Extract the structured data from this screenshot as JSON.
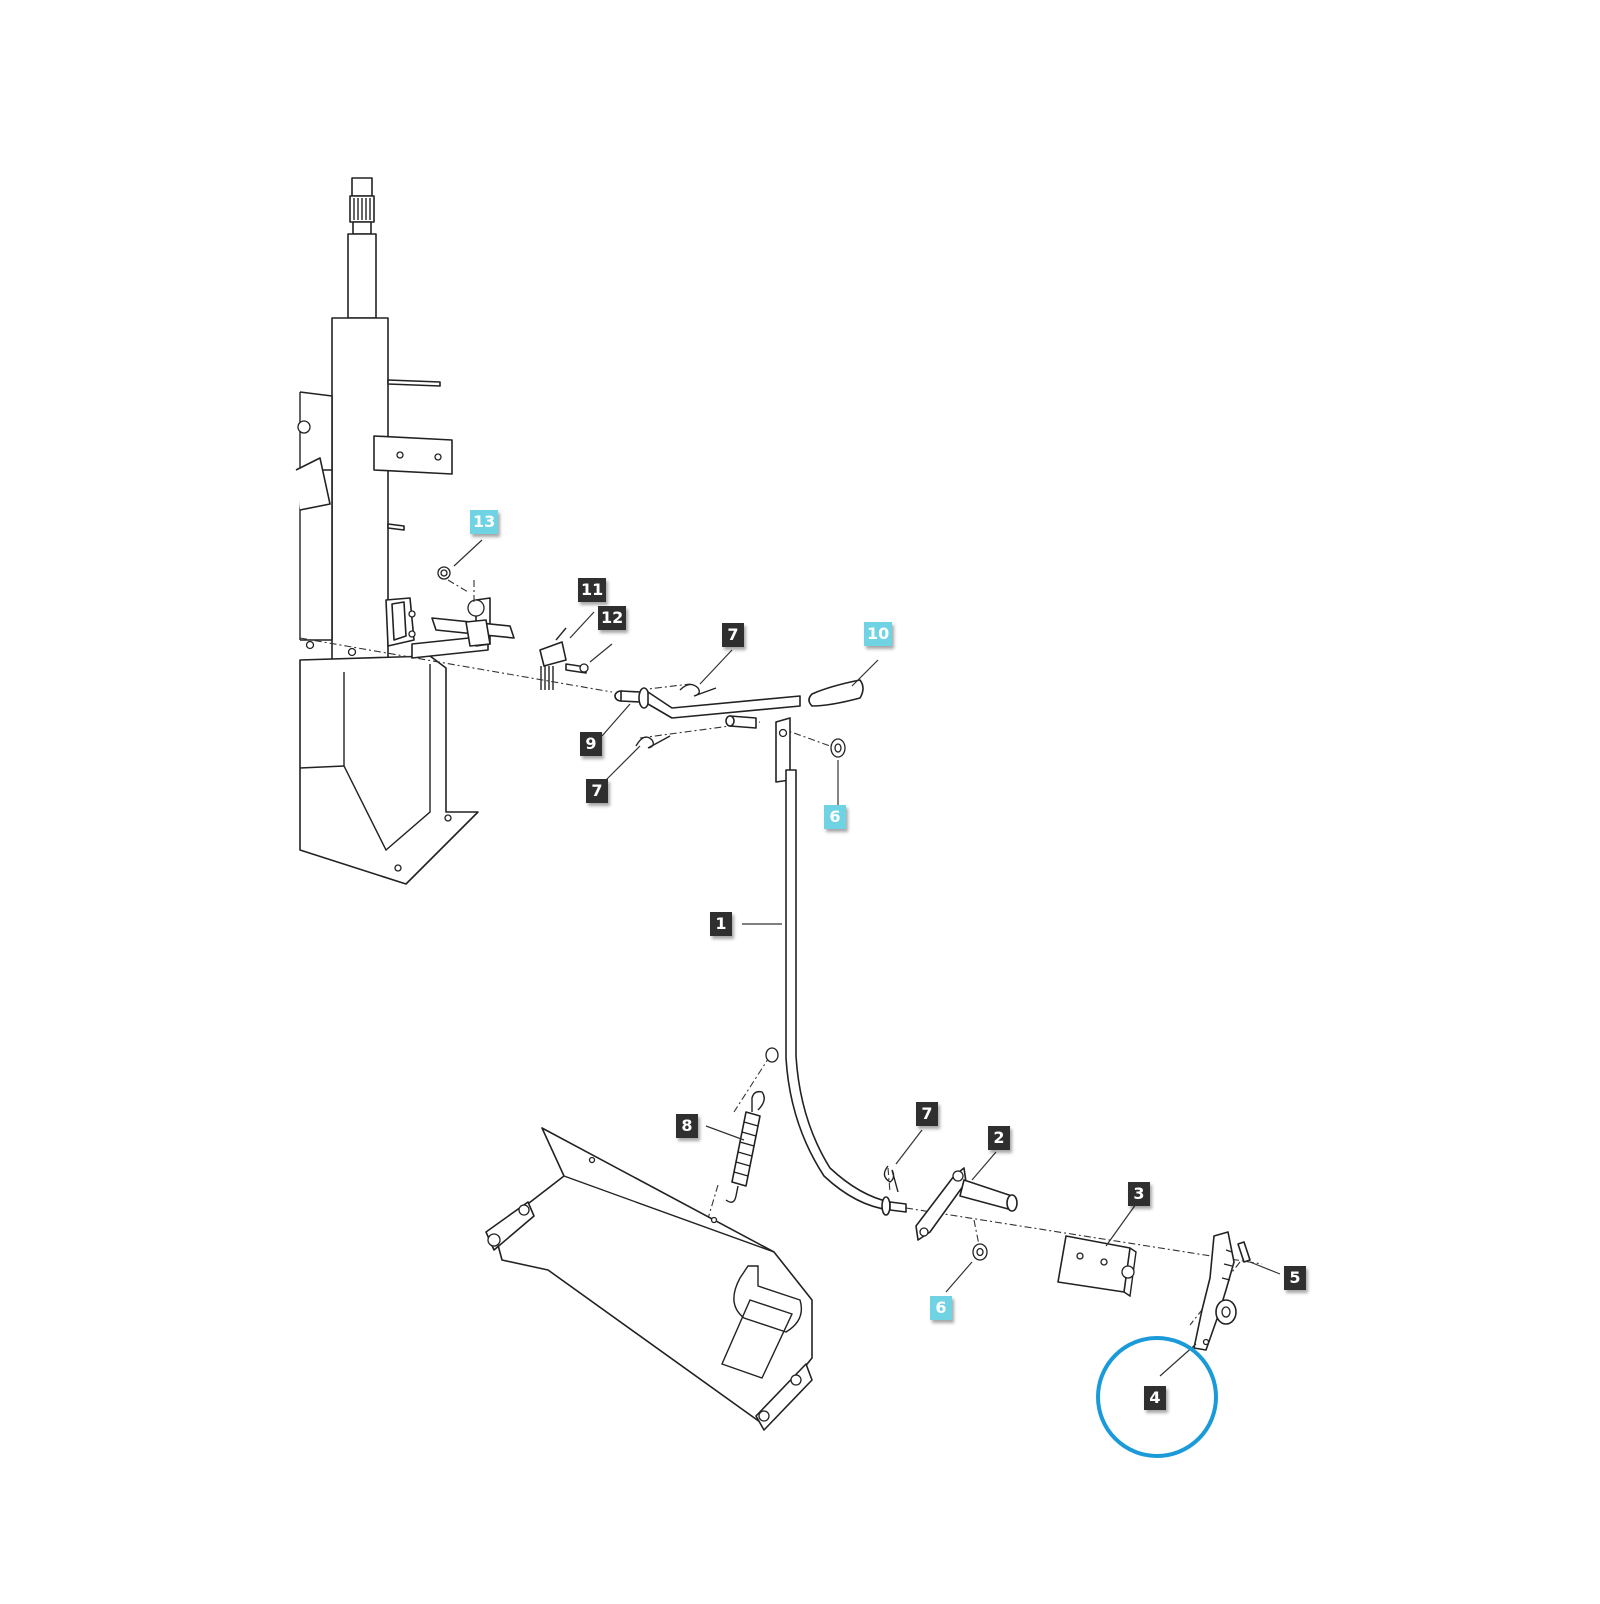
{
  "diagram": {
    "highlight_color": "#6fd3e4",
    "label_color": "#2f2f2f",
    "circle_color": "#1a9ad9",
    "callouts": [
      {
        "id": "c13",
        "text": "13",
        "style": "highlight"
      },
      {
        "id": "c11",
        "text": "11",
        "style": "dark"
      },
      {
        "id": "c12",
        "text": "12",
        "style": "dark"
      },
      {
        "id": "c7a",
        "text": "7",
        "style": "dark"
      },
      {
        "id": "c10",
        "text": "10",
        "style": "highlight"
      },
      {
        "id": "c9",
        "text": "9",
        "style": "dark"
      },
      {
        "id": "c7b",
        "text": "7",
        "style": "dark"
      },
      {
        "id": "c6a",
        "text": "6",
        "style": "highlight"
      },
      {
        "id": "c1",
        "text": "1",
        "style": "dark"
      },
      {
        "id": "c8",
        "text": "8",
        "style": "dark"
      },
      {
        "id": "c7c",
        "text": "7",
        "style": "dark"
      },
      {
        "id": "c2",
        "text": "2",
        "style": "dark"
      },
      {
        "id": "c3",
        "text": "3",
        "style": "dark"
      },
      {
        "id": "c5",
        "text": "5",
        "style": "dark"
      },
      {
        "id": "c6b",
        "text": "6",
        "style": "highlight"
      },
      {
        "id": "c4",
        "text": "4",
        "style": "dark"
      }
    ],
    "circled_callout": "4"
  }
}
